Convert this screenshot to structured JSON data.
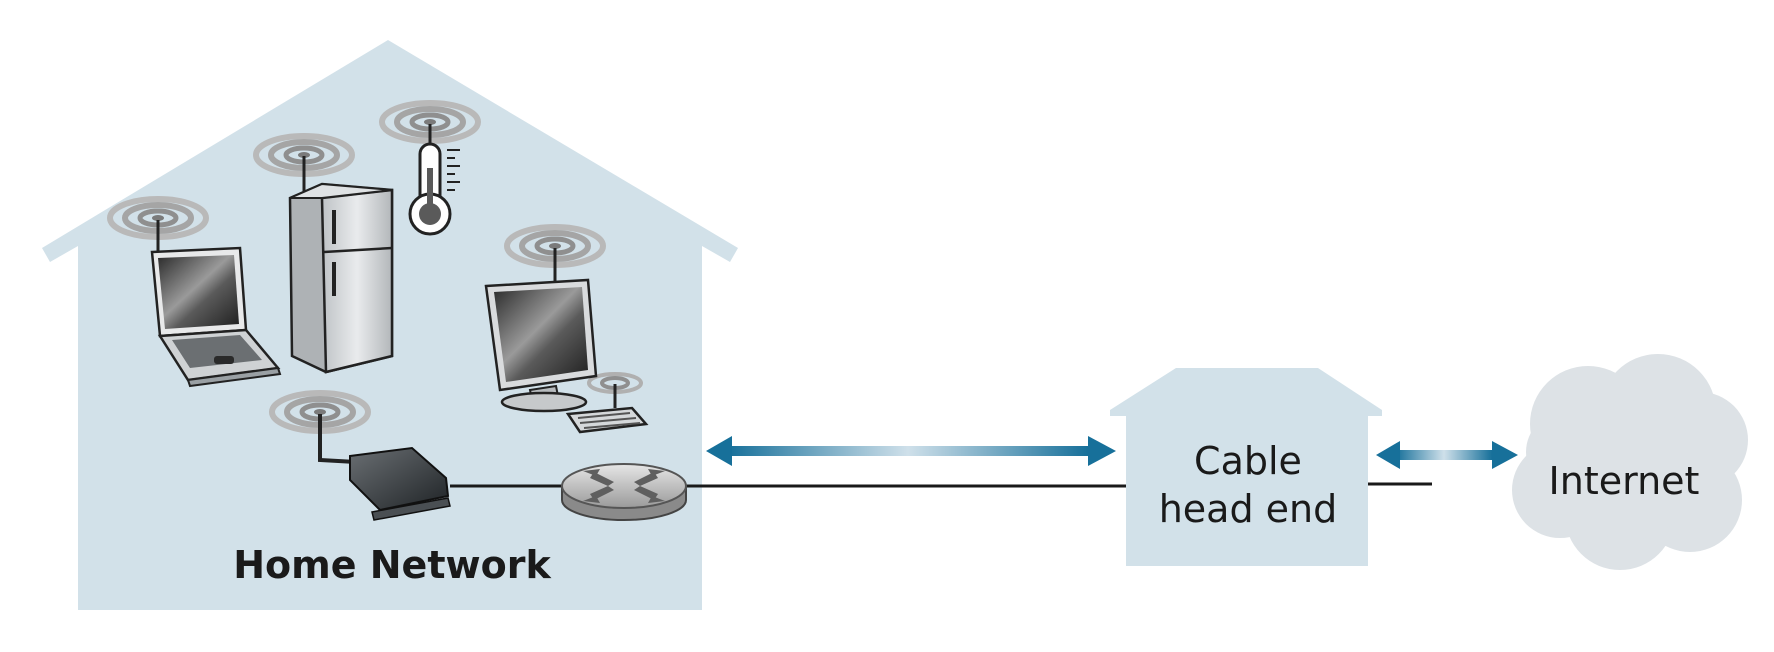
{
  "labels": {
    "home_network": "Home Network",
    "headend_line1": "Cable",
    "headend_line2": "head end",
    "internet": "Internet"
  },
  "colors": {
    "house_fill": "#d2e1e9",
    "arrow_dark": "#17709a",
    "arrow_light": "#cfe0ea",
    "line": "#1a1a1a",
    "cloud_fill": "#dde2e6"
  },
  "icons": [
    "laptop-icon",
    "refrigerator-icon",
    "thermometer-icon",
    "desktop-computer-icon",
    "keyboard-icon",
    "wireless-access-point-icon",
    "router-icon",
    "wifi-signal-icon",
    "cloud-icon"
  ]
}
